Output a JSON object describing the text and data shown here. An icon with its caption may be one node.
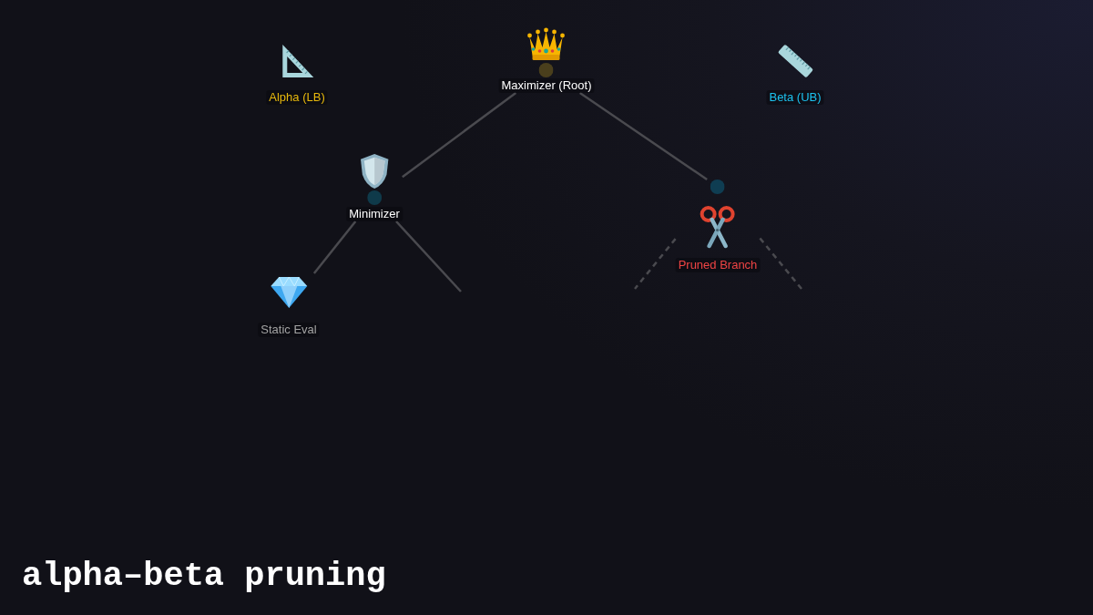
{
  "diagram": {
    "title": "alpha–beta pruning",
    "nodes": [
      {
        "text": [
          "Alpha (LB)"
        ]
      },
      {
        "text": [
          "Maximizer (Root)"
        ]
      },
      {
        "text": [
          "Beta (UB)"
        ]
      },
      {
        "text": [
          "Minimizer"
        ]
      },
      {
        "text": [
          "Pruned Branch"
        ]
      },
      {
        "text": [
          "Static Eval"
        ]
      }
    ],
    "edges": [
      {
        "from": 1,
        "to": 3,
        "arrow": "none"
      },
      {
        "from": 1,
        "to": 4,
        "arrow": "none"
      },
      {
        "from": 3,
        "to": 5,
        "arrow": "none"
      },
      {
        "from": 3,
        "to": null,
        "arrow": "none"
      },
      {
        "from": 4,
        "to": null,
        "arrow": "none",
        "style": "dashed"
      },
      {
        "from": 4,
        "to": null,
        "arrow": "none",
        "style": "dashed"
      }
    ]
  }
}
